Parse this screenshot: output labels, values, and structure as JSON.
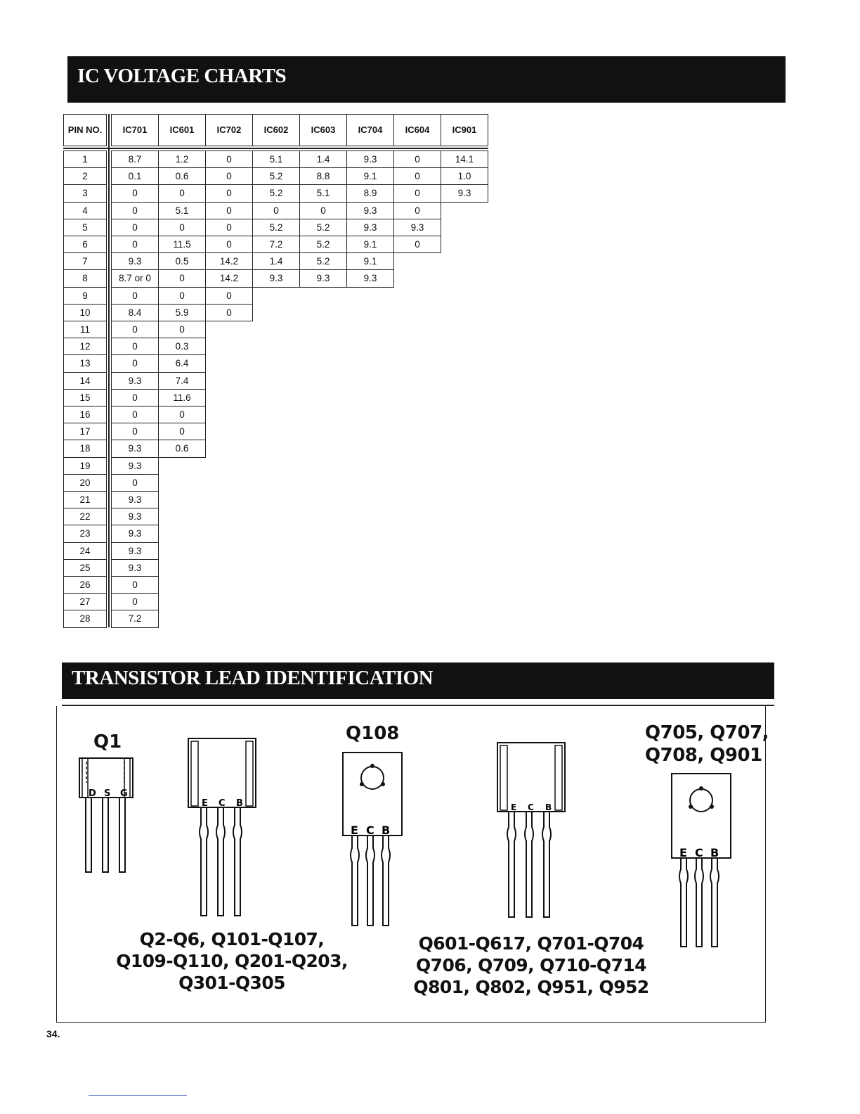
{
  "sections": {
    "ic_title": "IC VOLTAGE CHARTS",
    "transistor_title": "TRANSISTOR LEAD IDENTIFICATION"
  },
  "table": {
    "pin_header": "PIN NO.",
    "columns": [
      "IC701",
      "IC601",
      "IC702",
      "IC602",
      "IC603",
      "IC704",
      "IC604",
      "IC901"
    ],
    "pins": [
      "1",
      "2",
      "3",
      "4",
      "5",
      "6",
      "7",
      "8",
      "9",
      "10",
      "11",
      "12",
      "13",
      "14",
      "15",
      "16",
      "17",
      "18",
      "19",
      "20",
      "21",
      "22",
      "23",
      "24",
      "25",
      "26",
      "27",
      "28"
    ],
    "values": {
      "IC701": [
        "8.7",
        "0.1",
        "0",
        "0",
        "0",
        "0",
        "9.3",
        "8.7 or 0",
        "0",
        "8.4",
        "0",
        "0",
        "0",
        "9.3",
        "0",
        "0",
        "0",
        "9.3",
        "9.3",
        "0",
        "9.3",
        "9.3",
        "9.3",
        "9.3",
        "9.3",
        "0",
        "0",
        "7.2"
      ],
      "IC601": [
        "1.2",
        "0.6",
        "0",
        "5.1",
        "0",
        "11.5",
        "0.5",
        "0",
        "0",
        "5.9",
        "0",
        "0.3",
        "6.4",
        "7.4",
        "11.6",
        "0",
        "0",
        "0.6"
      ],
      "IC702": [
        "0",
        "0",
        "0",
        "0",
        "0",
        "0",
        "14.2",
        "14.2",
        "0",
        "0"
      ],
      "IC602": [
        "5.1",
        "5.2",
        "5.2",
        "0",
        "5.2",
        "7.2",
        "1.4",
        "9.3"
      ],
      "IC603": [
        "1.4",
        "8.8",
        "5.1",
        "0",
        "5.2",
        "5.2",
        "5.2",
        "9.3"
      ],
      "IC704": [
        "9.3",
        "9.1",
        "8.9",
        "9.3",
        "9.3",
        "9.1",
        "9.1",
        "9.3"
      ],
      "IC604": [
        "0",
        "0",
        "0",
        "0",
        "9.3",
        "0"
      ],
      "IC901": [
        "14.1",
        "1.0",
        "9.3"
      ]
    }
  },
  "transistors": {
    "q1_label": "Q1",
    "q1_leads": [
      "D",
      "S",
      "G"
    ],
    "ecb_leads": [
      "E",
      "C",
      "B"
    ],
    "q108_label": "Q108",
    "q705_label_line1": "Q705, Q707,",
    "q705_label_line2": "Q708, Q901",
    "group_a": [
      "Q2-Q6, Q101-Q107,",
      "Q109-Q110, Q201-Q203,",
      "Q301-Q305"
    ],
    "group_b": [
      "Q601-Q617, Q701-Q704",
      "Q706, Q709, Q710-Q714",
      "Q801, Q802, Q951, Q952"
    ]
  },
  "page_number": "34."
}
